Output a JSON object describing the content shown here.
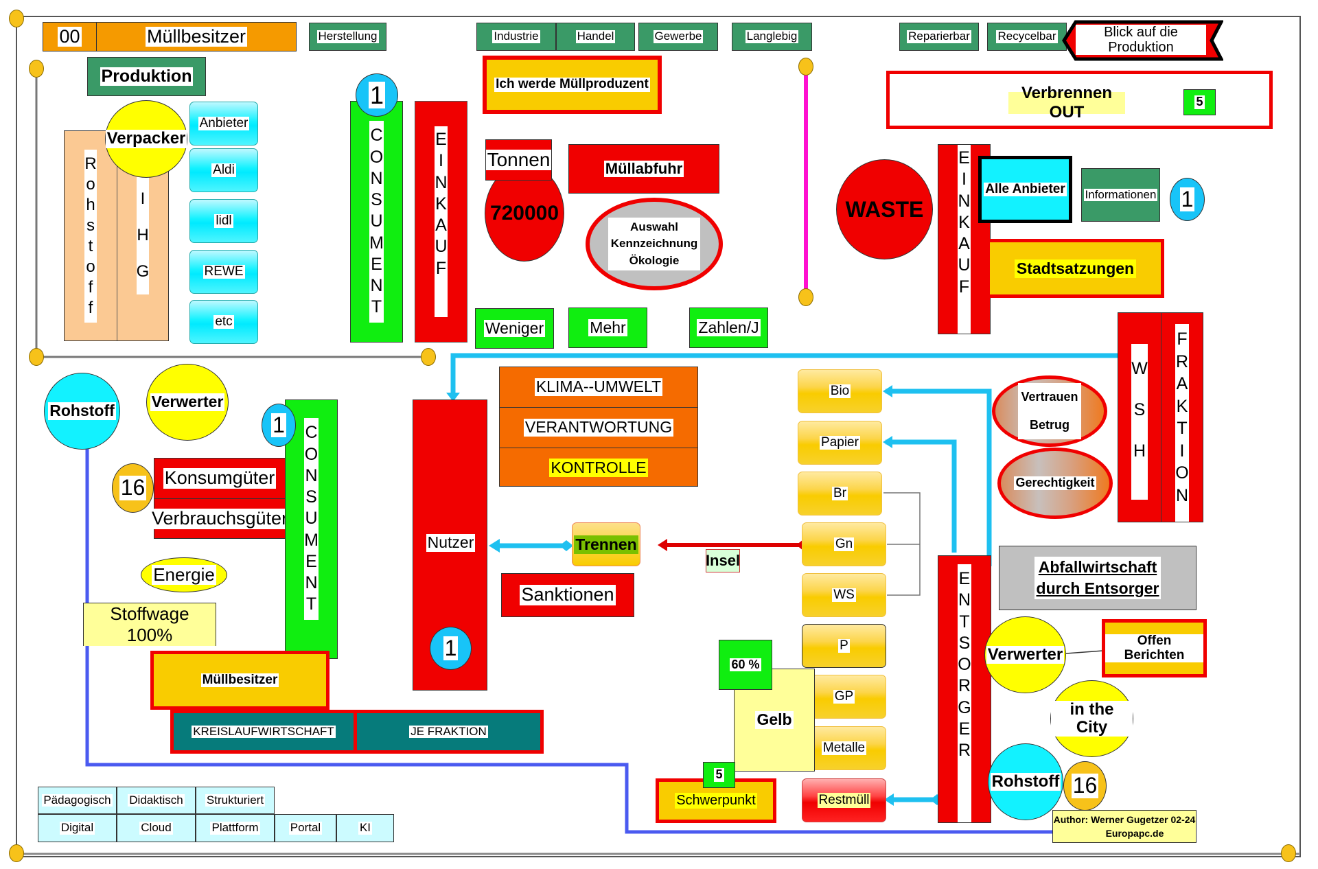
{
  "header": {
    "code": "00",
    "title": "Müllbesitzer",
    "tabs": [
      "Herstellung",
      "Industrie",
      "Handel",
      "Gewerbe",
      "Langlebig",
      "Reparierbar",
      "Recycelbar"
    ],
    "banner": "Blick auf die Produktion"
  },
  "production": {
    "title": "Produktion",
    "rohstoff_vertical": [
      "R",
      "o",
      "h",
      "s",
      "t",
      "o",
      "f",
      "f"
    ],
    "ihg_vertical": [
      "I",
      "H",
      "G"
    ],
    "verpacker": "Verpacker",
    "suppliers": [
      "Anbieter",
      "Aldi",
      "lidl",
      "REWE",
      "etc"
    ],
    "consument_badge": "1",
    "consument_vertical": [
      "C",
      "O",
      "N",
      "S",
      "U",
      "M",
      "E",
      "N",
      "T"
    ],
    "einkauf_vertical": [
      "E",
      "I",
      "N",
      "K",
      "A",
      "U",
      "F"
    ]
  },
  "center_top": {
    "producer_note": "Ich werde Müllproduzent",
    "tonnen_label": "Tonnen",
    "tonnen_value": "720000",
    "muellabfuhr": "Müllabfuhr",
    "auswahl_lines": [
      "Auswahl",
      "Kennzeichnung",
      "Ökologie"
    ],
    "buttons": [
      "Weniger",
      "Mehr",
      "Zahlen/J"
    ]
  },
  "right_top": {
    "verbrennen": "Verbrennen  OUT",
    "verbrennen_badge": "5",
    "waste": "WASTE",
    "einkauf_vertical": [
      "E",
      "I",
      "N",
      "K",
      "A",
      "U",
      "F"
    ],
    "alle_anbieter": "Alle Anbieter",
    "informationen": "Informationen",
    "info_badge": "1",
    "stadtsatzungen": "Stadtsatzungen"
  },
  "left_bottom": {
    "rohstoff": "Rohstoff",
    "verwerter": "Verwerter",
    "count_badge": "16",
    "konsumgueter": "Konsumgüter",
    "verbrauchsgueter": "Verbrauchsgüter",
    "consument_badge": "1",
    "consument_vertical": [
      "C",
      "O",
      "N",
      "S",
      "U",
      "M",
      "E",
      "N",
      "T"
    ],
    "energie": "Energie",
    "stoffwage": "Stoffwage 100%",
    "muellbesitzer": "Müllbesitzer",
    "kreislauf": "KREISLAUFWIRTSCHAFT",
    "je_fraktion": "JE  FRAKTION",
    "nutzer": "Nutzer",
    "nutzer_badge": "1"
  },
  "values_stack": [
    "KLIMA--UMWELT",
    "VERANTWORTUNG",
    "KONTROLLE"
  ],
  "sorting": {
    "trennen": "Trennen",
    "insel": "Insel",
    "sanktionen": "Sanktionen",
    "bins": [
      "Bio",
      "Papier",
      "Br",
      "Gn",
      "WS",
      "P",
      "GP",
      "Metalle"
    ],
    "restmuell": "Restmüll",
    "gelb": "Gelb",
    "gelb_percent": "60 %",
    "schwerpunkt": "Schwerpunkt",
    "schwerpunkt_badge": "5",
    "entsorger_vertical": [
      "E",
      "N",
      "T",
      "S",
      "O",
      "R",
      "G",
      "E",
      "R"
    ]
  },
  "right_bottom": {
    "vertrauen": "Vertrauen",
    "betrug": "Betrug",
    "gerechtigkeit": "Gerechtigkeit",
    "wsh_vertical": [
      "W",
      "S",
      "H"
    ],
    "fraktion_vertical": [
      "F",
      "R",
      "A",
      "K",
      "T",
      "I",
      "O",
      "N"
    ],
    "abfall_line1": "Abfallwirtschaft",
    "abfall_line2": "durch Entsorger",
    "verwerter": "Verwerter",
    "offen_berichten": "Offen Berichten",
    "in_the_city": "in the City",
    "rohstoff": "Rohstoff",
    "count_badge": "16"
  },
  "footer_grid": {
    "row1": [
      "Pädagogisch",
      "Didaktisch",
      "Strukturiert"
    ],
    "row2": [
      "Digital",
      "Cloud",
      "Plattform",
      "Portal",
      "KI"
    ]
  },
  "author": {
    "line1": "Author: Werner Gugetzer  02-24",
    "line2": "Europapc.de"
  },
  "colors": {
    "red": "#f00000",
    "lime": "#10ee10",
    "teal_green": "#3a9a67",
    "cyan": "#00f0ff",
    "gold": "#f9cc00",
    "orange": "#f59a00",
    "arrow_blue": "#1ec0f0"
  }
}
